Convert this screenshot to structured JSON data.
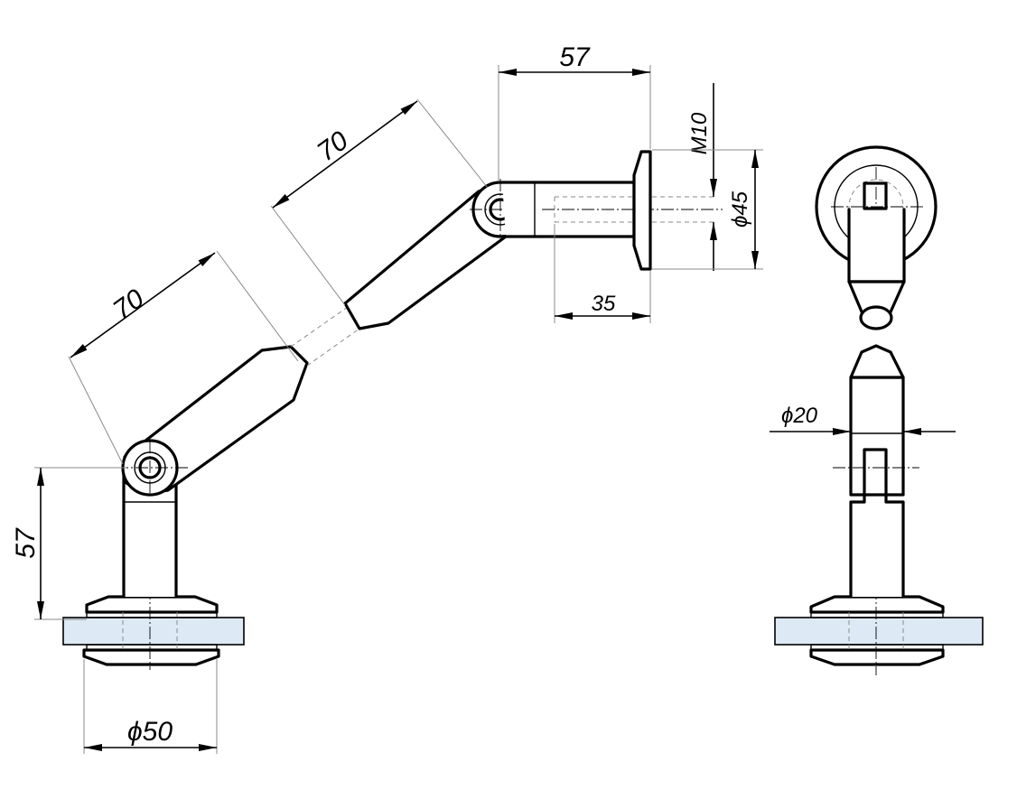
{
  "dimensions": {
    "arm_length_lower": "70",
    "arm_length_upper": "70",
    "top_offset": "57",
    "thread": "M10",
    "flange_diameter": "ϕ45",
    "depth": "35",
    "height": "57",
    "base_diameter": "ϕ50",
    "rod_diameter": "ϕ20"
  },
  "colors": {
    "glass": "#dde9f4",
    "line": "#000000",
    "extension": "#8a8a8a"
  }
}
